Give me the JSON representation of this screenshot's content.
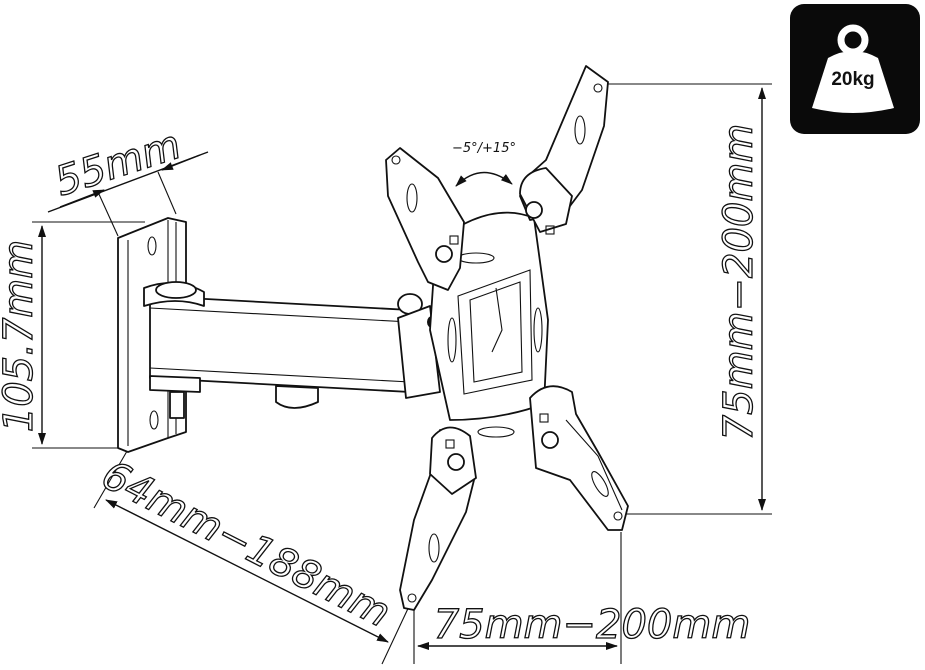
{
  "badge": {
    "weight": "20kg",
    "bg_color": "#0a0a0a"
  },
  "dimensions": {
    "plate_width": "55mm",
    "plate_height": "105.7mm",
    "arm_extension": "64mm−188mm",
    "vesa_vertical": "75mm−200mm",
    "vesa_horizontal": "75mm−200mm"
  },
  "tilt_range": "−5°/+15°",
  "line_color": "#111111"
}
